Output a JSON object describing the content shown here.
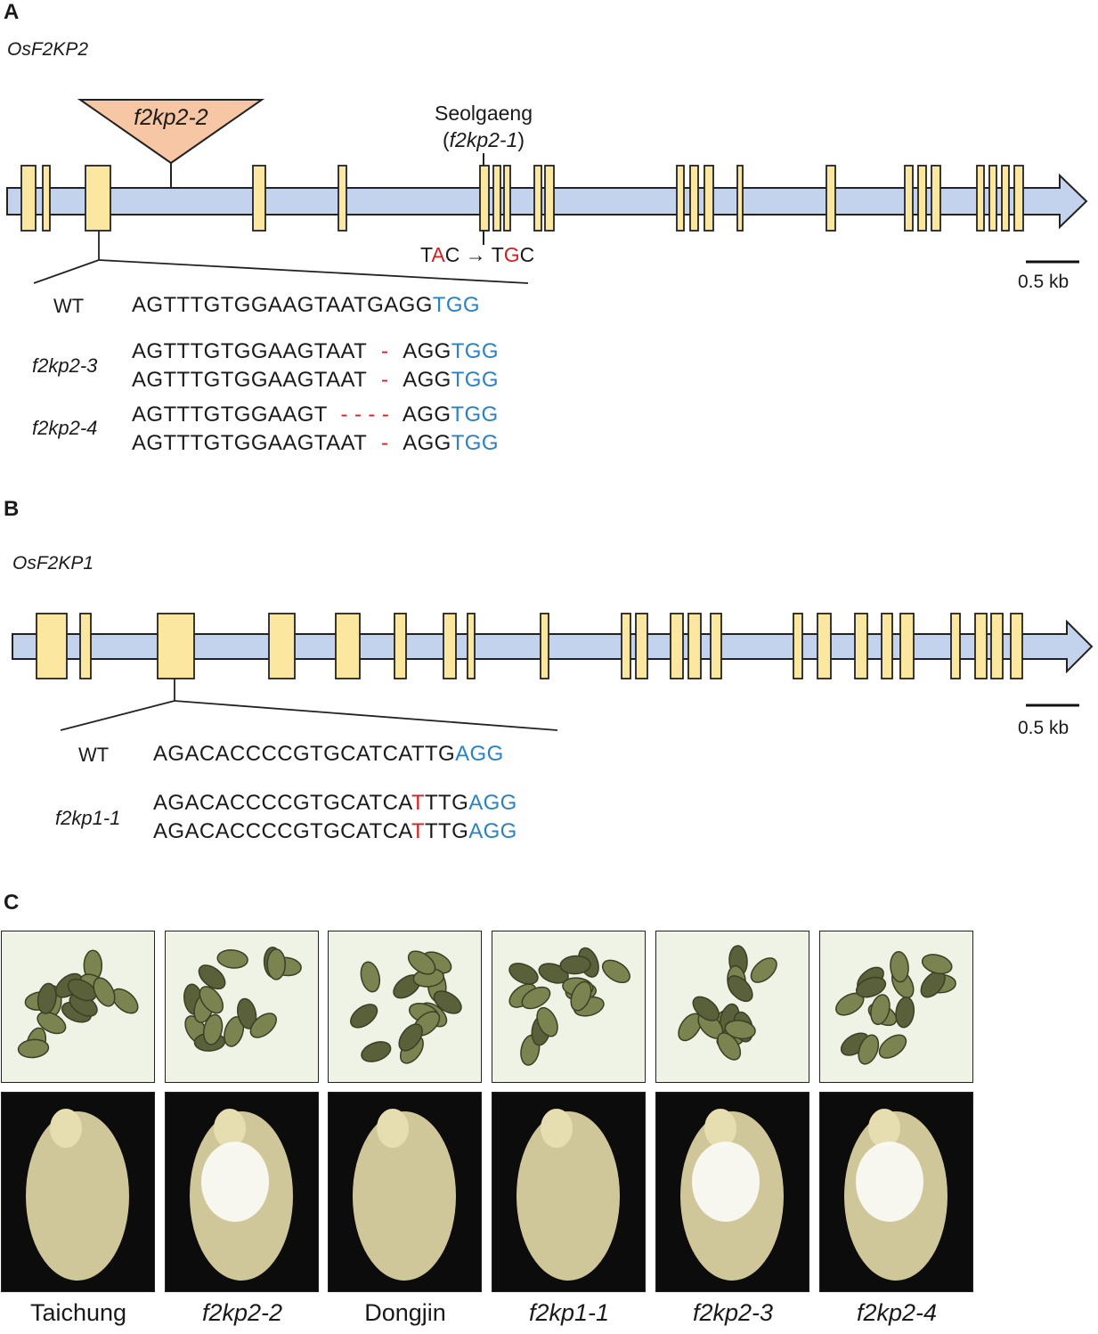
{
  "panels": {
    "a": {
      "letter": "A",
      "gene": "OsF2KP2",
      "insertion_label": "f2kp2-2",
      "mutant_name": "Seolgaeng",
      "mutant_allele": "f2kp2-1",
      "mutation": {
        "before": [
          "T",
          "A",
          "C"
        ],
        "after": [
          "T",
          "G",
          "C"
        ],
        "arrow": "→"
      },
      "scale": "0.5 kb",
      "wt_label": "WT",
      "wt_seq": {
        "main": "AGTTTGTGGAAGTAATGAGG",
        "pam": "TGG"
      },
      "alleles": [
        {
          "name": "f2kp2-3",
          "lines": [
            {
              "pre": "AGTTTGTGGAAGTAAT",
              "del": "-",
              "post": "AGG",
              "pam": "TGG"
            },
            {
              "pre": "AGTTTGTGGAAGTAAT",
              "del": "-",
              "post": "AGG",
              "pam": "TGG"
            }
          ]
        },
        {
          "name": "f2kp2-4",
          "lines": [
            {
              "pre": "AGTTTGTGGAAGT",
              "del": "- - - -",
              "post": "AGG",
              "pam": "TGG"
            },
            {
              "pre": "AGTTTGTGGAAGTAAT",
              "del": "-",
              "post": "AGG",
              "pam": "TGG"
            }
          ]
        }
      ]
    },
    "b": {
      "letter": "B",
      "gene": "OsF2KP1",
      "scale": "0.5 kb",
      "wt_label": "WT",
      "wt_seq": {
        "main": "AGACACCCCGTGCATCATTG",
        "pam": "AGG"
      },
      "allele": {
        "name": "f2kp1-1",
        "lines": [
          {
            "pre": "AGACACCCCGTGCATCA",
            "ins": "T",
            "post": "TTG",
            "pam": "AGG"
          },
          {
            "pre": "AGACACCCCGTGCATCA",
            "ins": "T",
            "post": "TTG",
            "pam": "AGG"
          }
        ]
      }
    },
    "c": {
      "letter": "C",
      "lines": [
        {
          "label": "Taichung",
          "italic": false
        },
        {
          "label": "f2kp2-2",
          "italic": true
        },
        {
          "label": "Dongjin",
          "italic": false
        },
        {
          "label": "f2kp1-1",
          "italic": true
        },
        {
          "label": "f2kp2-3",
          "italic": true
        },
        {
          "label": "f2kp2-4",
          "italic": true
        }
      ]
    }
  },
  "colors": {
    "exon": "#fce7a0",
    "gene_body": "#c3d3ee",
    "insertion": "#f7c6a4",
    "mutation_red": "#d42020",
    "pam_blue": "#2a82c4"
  }
}
